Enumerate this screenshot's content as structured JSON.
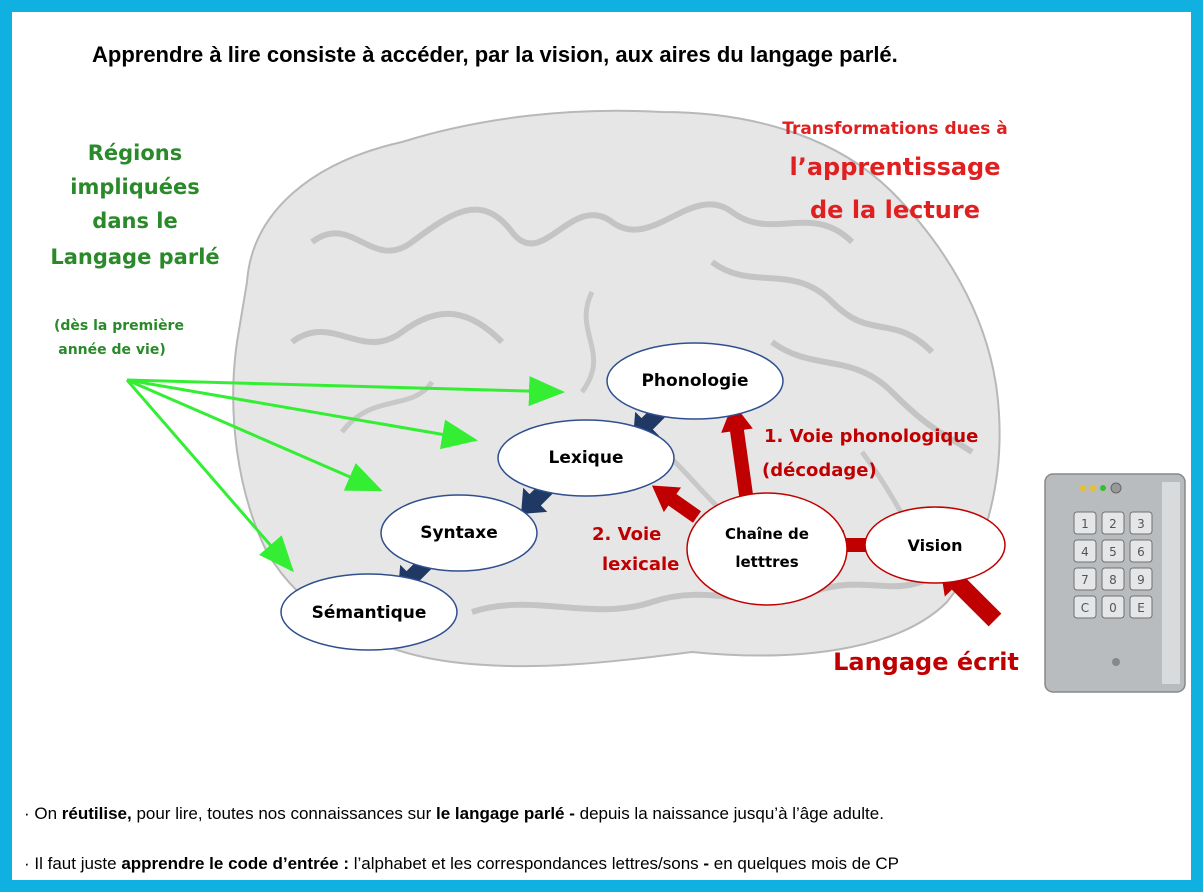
{
  "title": "Apprendre à lire consiste à accéder, par la vision, aux aires du langage parlé.",
  "left_label": {
    "line1": "Régions",
    "line2": "impliquées",
    "line3": "dans le",
    "line4": "Langage parlé",
    "sub1": "(dès la première",
    "sub2": "année de vie)"
  },
  "right_label": {
    "line1": "Transformations dues à",
    "line2": "l’apprentissage",
    "line3": "de la lecture"
  },
  "nodes": {
    "phonologie": "Phonologie",
    "lexique": "Lexique",
    "syntaxe": "Syntaxe",
    "semantique": "Sémantique",
    "chaine1": "Chaîne de",
    "chaine2": "letttres",
    "vision": "Vision"
  },
  "routes": {
    "voie_phono1": "1. Voie phonologique",
    "voie_phono2": "(décodage)",
    "voie_lex1": "2. Voie",
    "voie_lex2": "lexicale"
  },
  "langage_ecrit": "Langage écrit",
  "keypad": {
    "keys": [
      "1",
      "2",
      "3",
      "4",
      "5",
      "6",
      "7",
      "8",
      "9",
      "C",
      "0",
      "E"
    ]
  },
  "bullets": {
    "b1": {
      "p1": "On ",
      "s1": "réutilise,",
      "p2": " pour lire, toutes nos connaissances sur ",
      "s2": "le langage parlé -",
      "p3": " depuis la naissance jusqu’à l’âge adulte."
    },
    "b2": {
      "p1": "Il faut juste ",
      "s1": "apprendre le code d’entrée :",
      "p2": " l’alphabet et les correspondances lettres/sons ",
      "s2": "-",
      "p3": " en quelques mois de CP"
    }
  },
  "colors": {
    "frame": "#10b0e0",
    "green": "#2a8a2a",
    "red": "#c00000",
    "navy": "#1f3864",
    "arrow_green": "#33ee33"
  }
}
